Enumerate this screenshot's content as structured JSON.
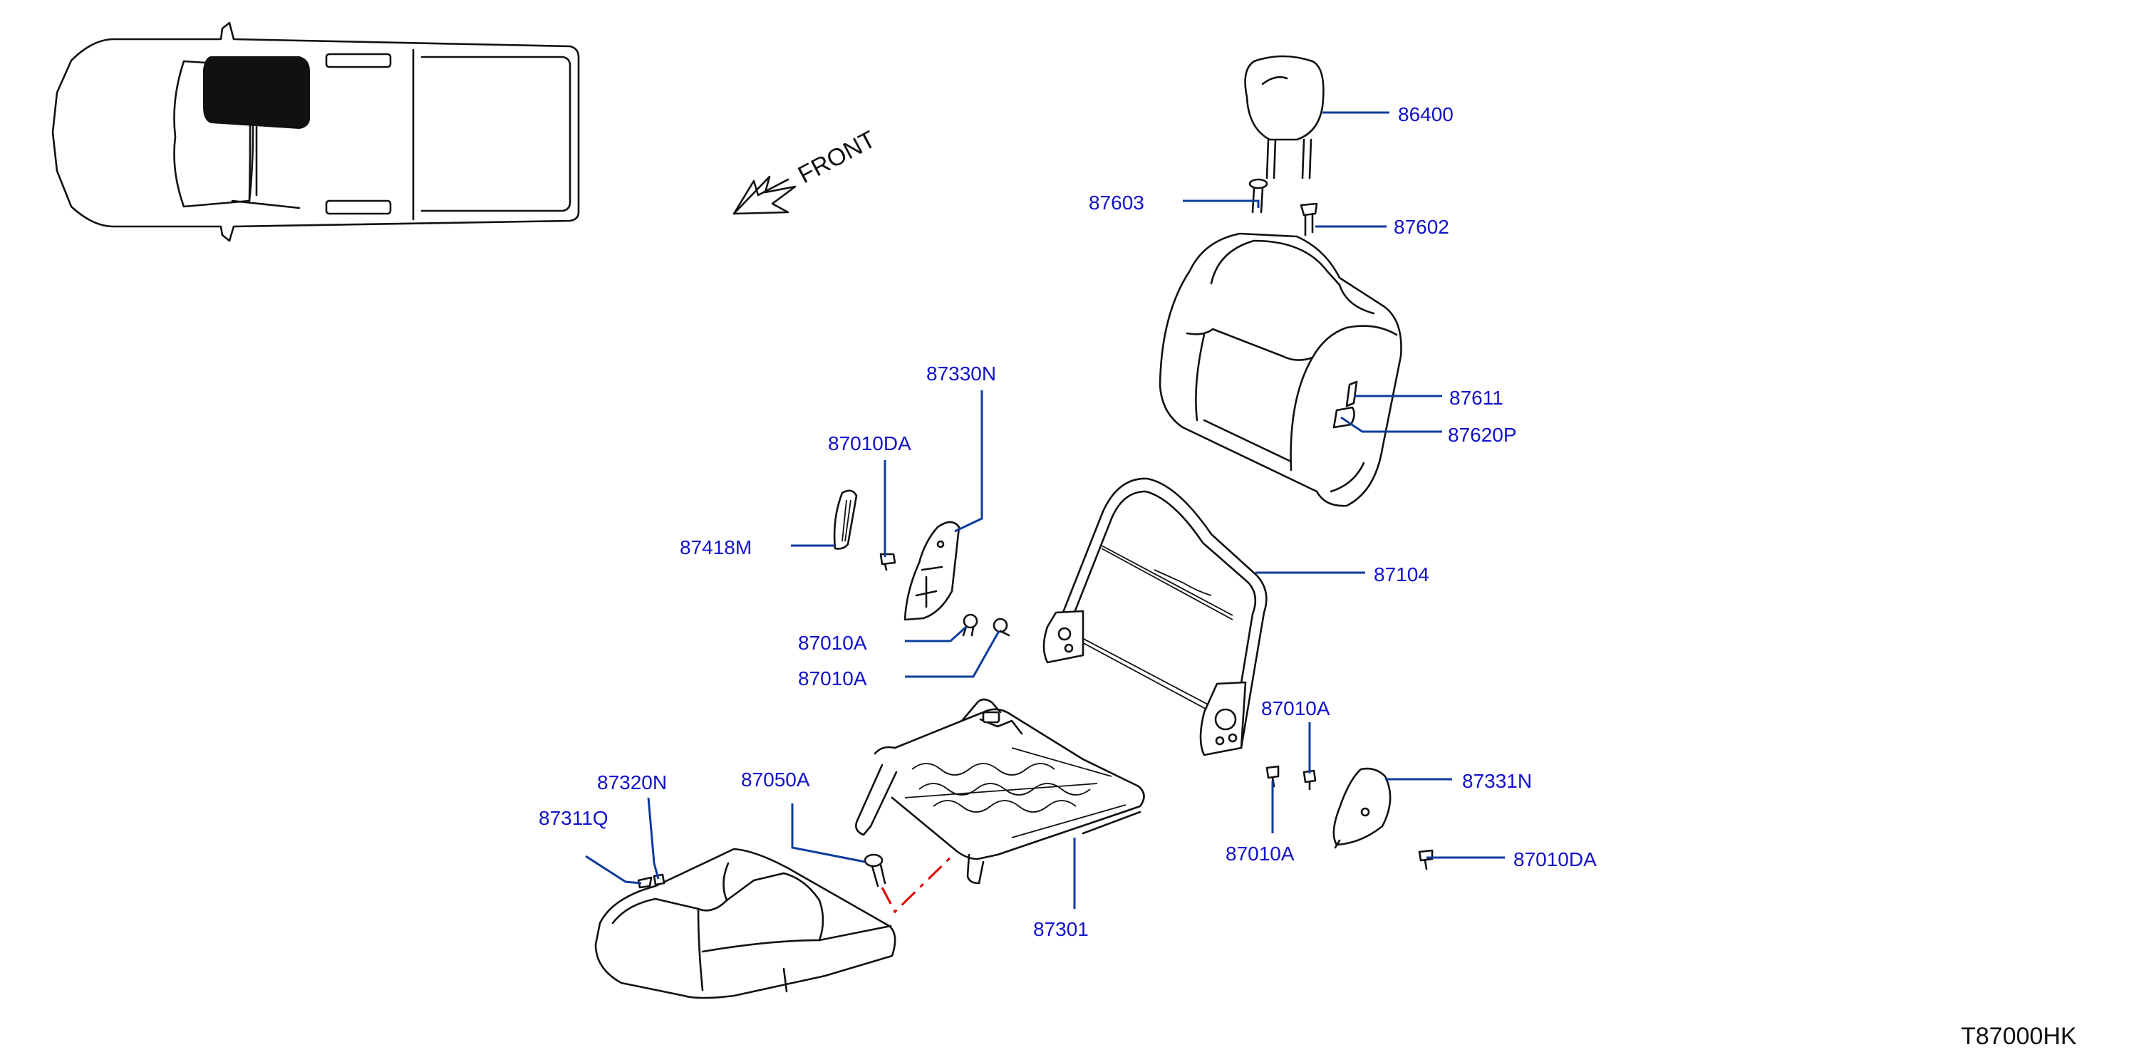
{
  "diagram": {
    "orientation_label": "FRONT",
    "reference_code": "T87000HK",
    "colors": {
      "label": "#1111cc",
      "leader": "#0c3c9c",
      "line_art": "#111111",
      "highlight_dash": "#e00000"
    },
    "parts": [
      {
        "id": "p86400",
        "label": "86400"
      },
      {
        "id": "p87603",
        "label": "87603"
      },
      {
        "id": "p87602",
        "label": "87602"
      },
      {
        "id": "p87611",
        "label": "87611"
      },
      {
        "id": "p87620P",
        "label": "87620P"
      },
      {
        "id": "p87330N",
        "label": "87330N"
      },
      {
        "id": "p87010DA_top",
        "label": "87010DA"
      },
      {
        "id": "p87418M",
        "label": "87418M"
      },
      {
        "id": "p87104",
        "label": "87104"
      },
      {
        "id": "p87010A_1",
        "label": "87010A"
      },
      {
        "id": "p87010A_2",
        "label": "87010A"
      },
      {
        "id": "p87010A_3",
        "label": "87010A"
      },
      {
        "id": "p87331N",
        "label": "87331N"
      },
      {
        "id": "p87010A_4",
        "label": "87010A"
      },
      {
        "id": "p87010DA_bottom",
        "label": "87010DA"
      },
      {
        "id": "p87320N",
        "label": "87320N"
      },
      {
        "id": "p87311Q",
        "label": "87311Q"
      },
      {
        "id": "p87050A",
        "label": "87050A"
      },
      {
        "id": "p87301",
        "label": "87301"
      }
    ],
    "icons": [
      "vehicle-top-view-icon",
      "front-arrow-icon"
    ]
  }
}
